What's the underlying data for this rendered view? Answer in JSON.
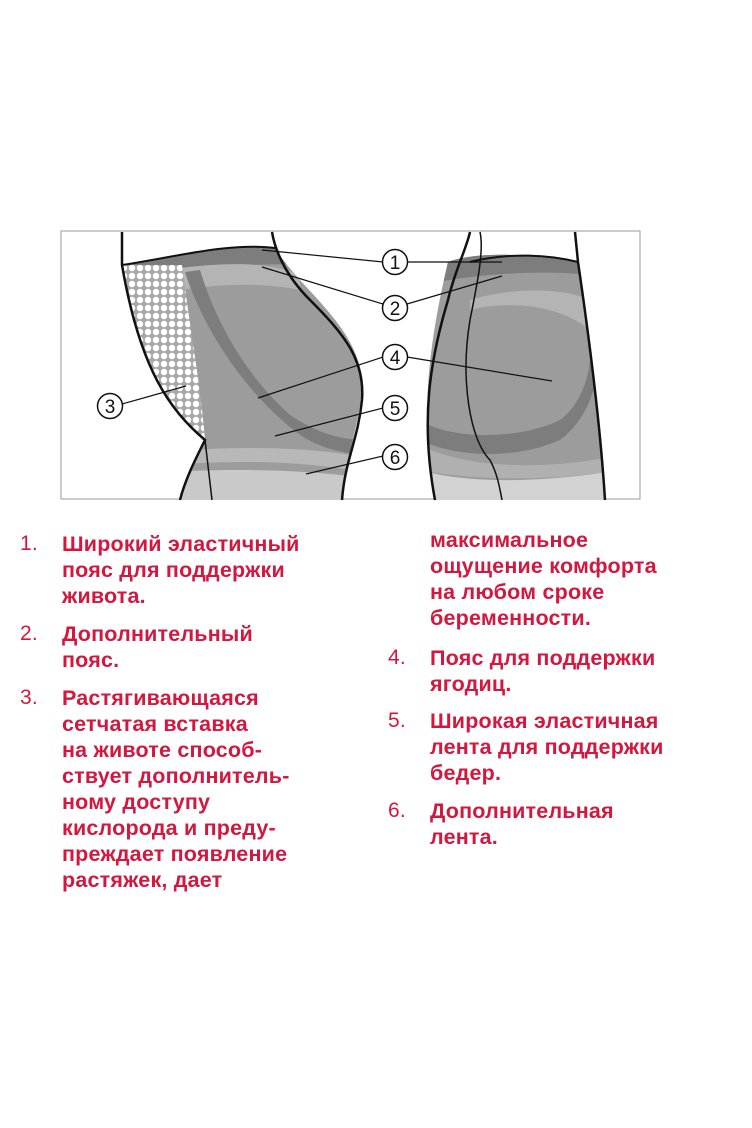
{
  "diagram": {
    "labels": [
      "1",
      "2",
      "3",
      "4",
      "5",
      "6"
    ]
  },
  "colors": {
    "text_red": "#d3173f",
    "fabric_dark": "#7d7d7d",
    "fabric_mid": "#9c9c9c",
    "fabric_light": "#c2c2c2"
  },
  "items": [
    {
      "number": "1.",
      "lines": [
        "Широкий эластичный",
        "пояс для поддержки",
        "живота."
      ]
    },
    {
      "number": "2.",
      "lines": [
        "Дополнительный",
        "пояс."
      ]
    },
    {
      "number": "3.",
      "lines": [
        "Растягивающаяся",
        "сетчатая вставка",
        "на животе способ-",
        "ствует дополнитель-",
        "ному доступу",
        "кислорода и преду-",
        "преждает появление",
        "растяжек, дает",
        "максимальное",
        "ощущение комфорта",
        "на любом сроке",
        "беременности."
      ]
    },
    {
      "number": "4.",
      "lines": [
        "Пояс для поддержки",
        "ягодиц."
      ]
    },
    {
      "number": "5.",
      "lines": [
        "Широкая эластичная",
        "лента для поддержки",
        "бедер."
      ]
    },
    {
      "number": "6.",
      "lines": [
        "Дополнительная",
        "лента."
      ]
    }
  ]
}
